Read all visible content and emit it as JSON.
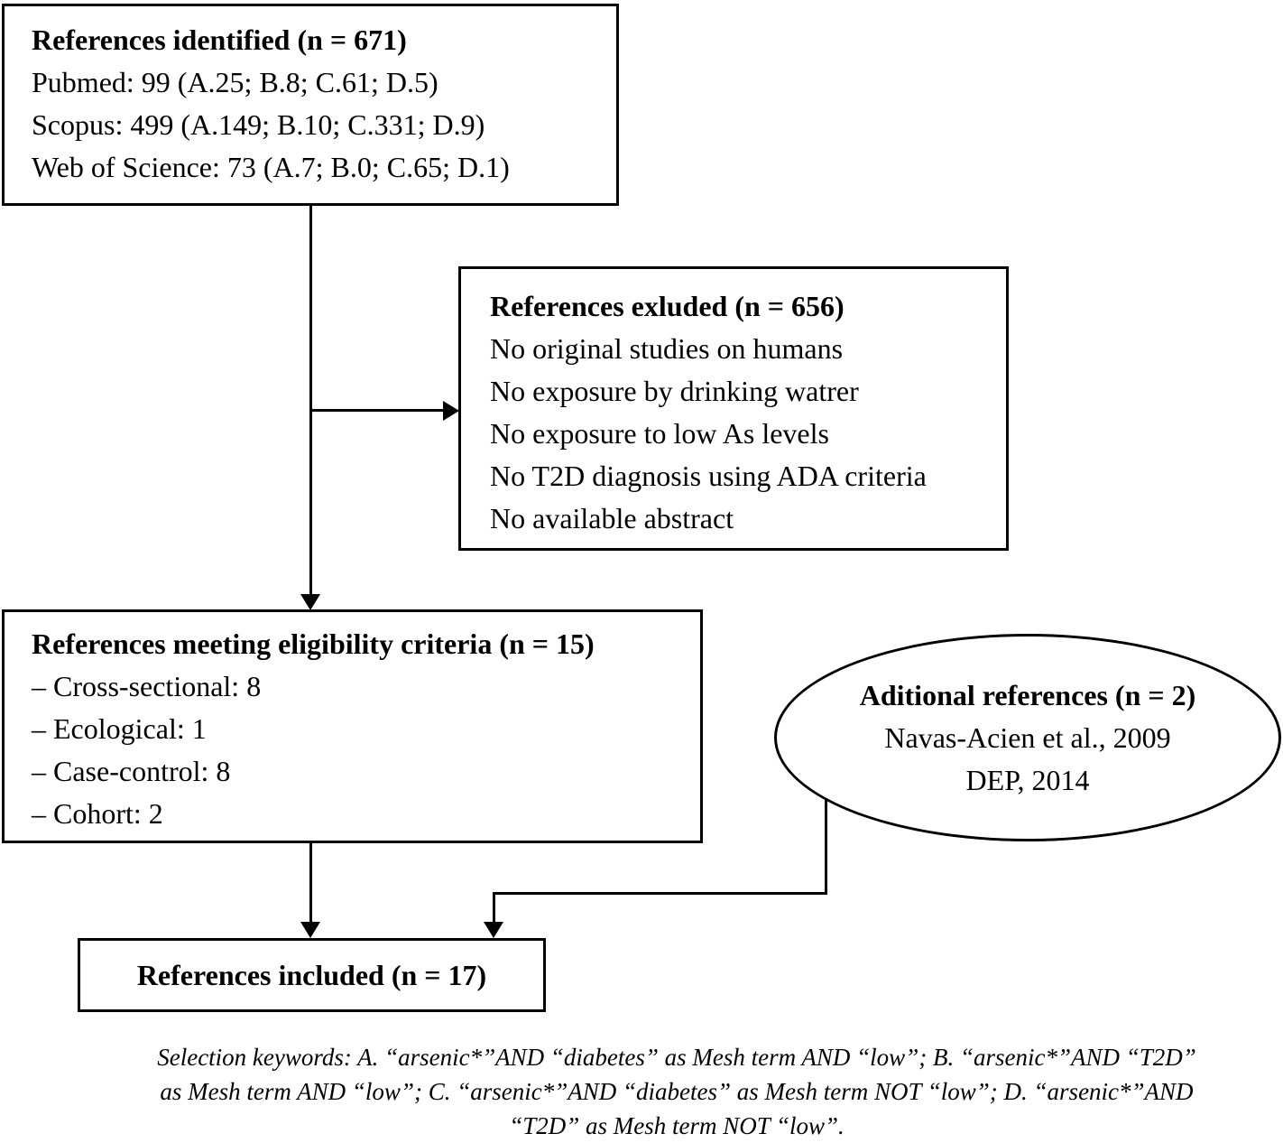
{
  "diagram": {
    "colors": {
      "line": "#000000",
      "background": "#ffffff",
      "text": "#000000"
    },
    "identified": {
      "title": "References identified (n = 671)",
      "lines": [
        "Pubmed: 99 (A.25; B.8; C.61; D.5)",
        "Scopus: 499 (A.149; B.10; C.331; D.9)",
        "Web of Science: 73 (A.7; B.0; C.65; D.1)"
      ]
    },
    "excluded": {
      "title": "References exluded (n = 656)",
      "lines": [
        "No original studies on humans",
        "No exposure by drinking watrer",
        "No exposure to low As levels",
        "No T2D diagnosis using ADA criteria",
        "No available abstract"
      ]
    },
    "eligible": {
      "title": "References meeting eligibility criteria (n = 15)",
      "lines": [
        "– Cross-sectional: 8",
        "– Ecological: 1",
        "– Case-control: 8",
        "– Cohort: 2"
      ]
    },
    "additional": {
      "title": "Aditional references (n = 2)",
      "lines": [
        "Navas-Acien et al., 2009",
        "DEP, 2014"
      ]
    },
    "included": {
      "title": "References included (n = 17)"
    },
    "footnote": {
      "lines": [
        "Selection keywords: A. “arsenic*”AND “diabetes” as Mesh term AND “low”; B. “arsenic*”AND “T2D”",
        "as Mesh term AND “low”; C. “arsenic*”AND “diabetes” as Mesh term NOT “low”; D. “arsenic*”AND",
        "“T2D” as Mesh term NOT “low”."
      ]
    }
  }
}
